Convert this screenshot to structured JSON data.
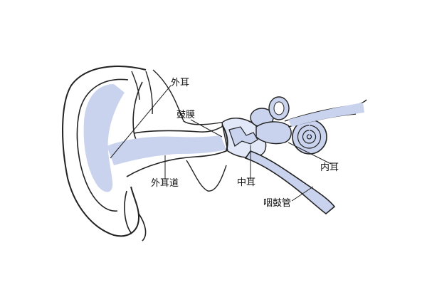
{
  "labels": {
    "outer_ear": "外耳",
    "eardrum": "鼓膜",
    "ear_canal": "外耳道",
    "middle_ear": "中耳",
    "inner_ear": "内耳",
    "eustachian_tube": "咽鼓管"
  },
  "colors": {
    "tissue_fill": "#c9d3ee",
    "tissue_light": "#e2e8f7",
    "outline": "#222222",
    "background": "#ffffff"
  }
}
